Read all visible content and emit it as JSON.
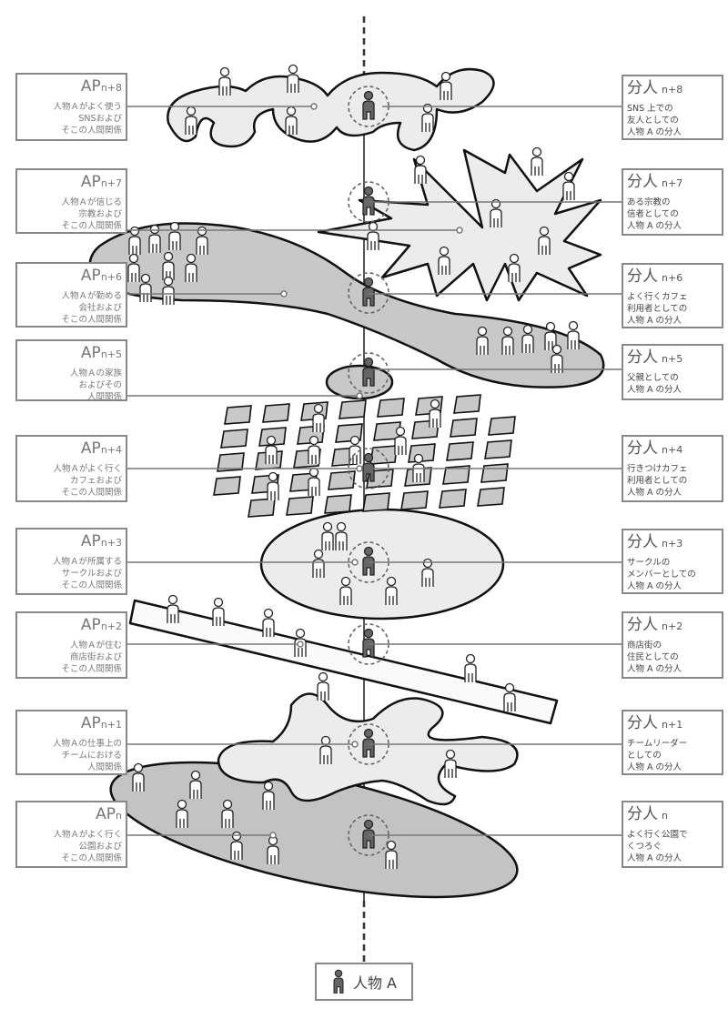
{
  "layers": [
    {
      "ap_main": "AP",
      "ap_sub": "n+8",
      "ap_desc": "人物Ａがよく使う\nSNSおよび\nそこの人間関係",
      "bun_main": "分人",
      "bun_sub": "n+8",
      "bun_desc": "SNS 上での\n友人としての\n人物 A の分人"
    },
    {
      "ap_main": "AP",
      "ap_sub": "n+7",
      "ap_desc": "人物Ａが信じる\n宗教および\nそこの人間関係",
      "bun_main": "分人",
      "bun_sub": "n+7",
      "bun_desc": "ある宗教の\n信者としての\n人物 A の分人"
    },
    {
      "ap_main": "AP",
      "ap_sub": "n+6",
      "ap_desc": "人物Ａが勤める\n会社および\nそこの人間関係",
      "bun_main": "分人",
      "bun_sub": "n+6",
      "bun_desc": "よく行くカフェ\n利用者としての\n人物 A の分人"
    },
    {
      "ap_main": "AP",
      "ap_sub": "n+5",
      "ap_desc": "人物Ａの家族\nおよびその\n人間関係",
      "bun_main": "分人",
      "bun_sub": "n+5",
      "bun_desc": "父親としての\n人物 A の分人"
    },
    {
      "ap_main": "AP",
      "ap_sub": "n+4",
      "ap_desc": "人物Ａがよく行く\nカフェおよび\nそこの人間関係",
      "bun_main": "分人",
      "bun_sub": "n+4",
      "bun_desc": "行きつけカフェ\n利用者としての\n人物 A の分人"
    },
    {
      "ap_main": "AP",
      "ap_sub": "n+3",
      "ap_desc": "人物Ａが所属する\nサークルおよび\nそこの人間関係",
      "bun_main": "分人",
      "bun_sub": "n+3",
      "bun_desc": "サークルの\nメンバーとしての\n人物 A の分人"
    },
    {
      "ap_main": "AP",
      "ap_sub": "n+2",
      "ap_desc": "人物Ａが住む\n商店街および\nそこの人間関係",
      "bun_main": "分人",
      "bun_sub": "n+2",
      "bun_desc": "商店街の\n住民としての\n人物 A の分人"
    },
    {
      "ap_main": "AP",
      "ap_sub": "n+1",
      "ap_desc": "人物Ａの仕事上の\nチームにおける\n人間関係",
      "bun_main": "分人",
      "bun_sub": "n+1",
      "bun_desc": "チームリーダー\nとしての\n人物 A の分人"
    },
    {
      "ap_main": "AP",
      "ap_sub": "n",
      "ap_desc": "人物Ａがよく行く\n公園および\nそこの人間関係",
      "bun_main": "分人",
      "bun_sub": "n",
      "bun_desc": "よく行く公園で\nくつろぐ\n人物 A の分人"
    }
  ],
  "root_label": "人物 A",
  "colors": {
    "dark_fill": "#c8c8c8",
    "light_fill": "#ececec",
    "border": "#888888",
    "person_a": "#666666"
  }
}
